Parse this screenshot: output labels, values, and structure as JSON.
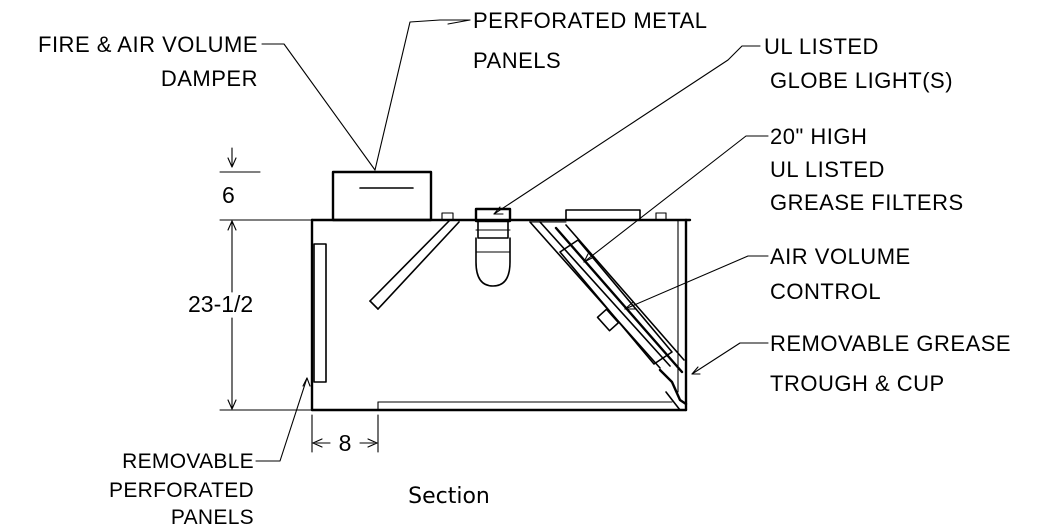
{
  "callouts": {
    "fire_damper": [
      "FIRE & AIR VOLUME",
      "DAMPER"
    ],
    "perforated_metal": [
      "PERFORATED METAL",
      "PANELS"
    ],
    "globe_light": [
      "UL LISTED",
      "GLOBE LIGHT(S)"
    ],
    "grease_filters": [
      "20\" HIGH",
      "UL LISTED",
      "GREASE FILTERS"
    ],
    "air_volume": [
      "AIR VOLUME",
      "CONTROL"
    ],
    "grease_trough": [
      "REMOVABLE GREASE",
      "TROUGH & CUP"
    ],
    "removable_panels": [
      "REMOVABLE",
      "PERFORATED",
      "PANELS"
    ]
  },
  "dimensions": {
    "top": "6",
    "height": "23-1/2",
    "depth": "8"
  },
  "caption": "Section"
}
